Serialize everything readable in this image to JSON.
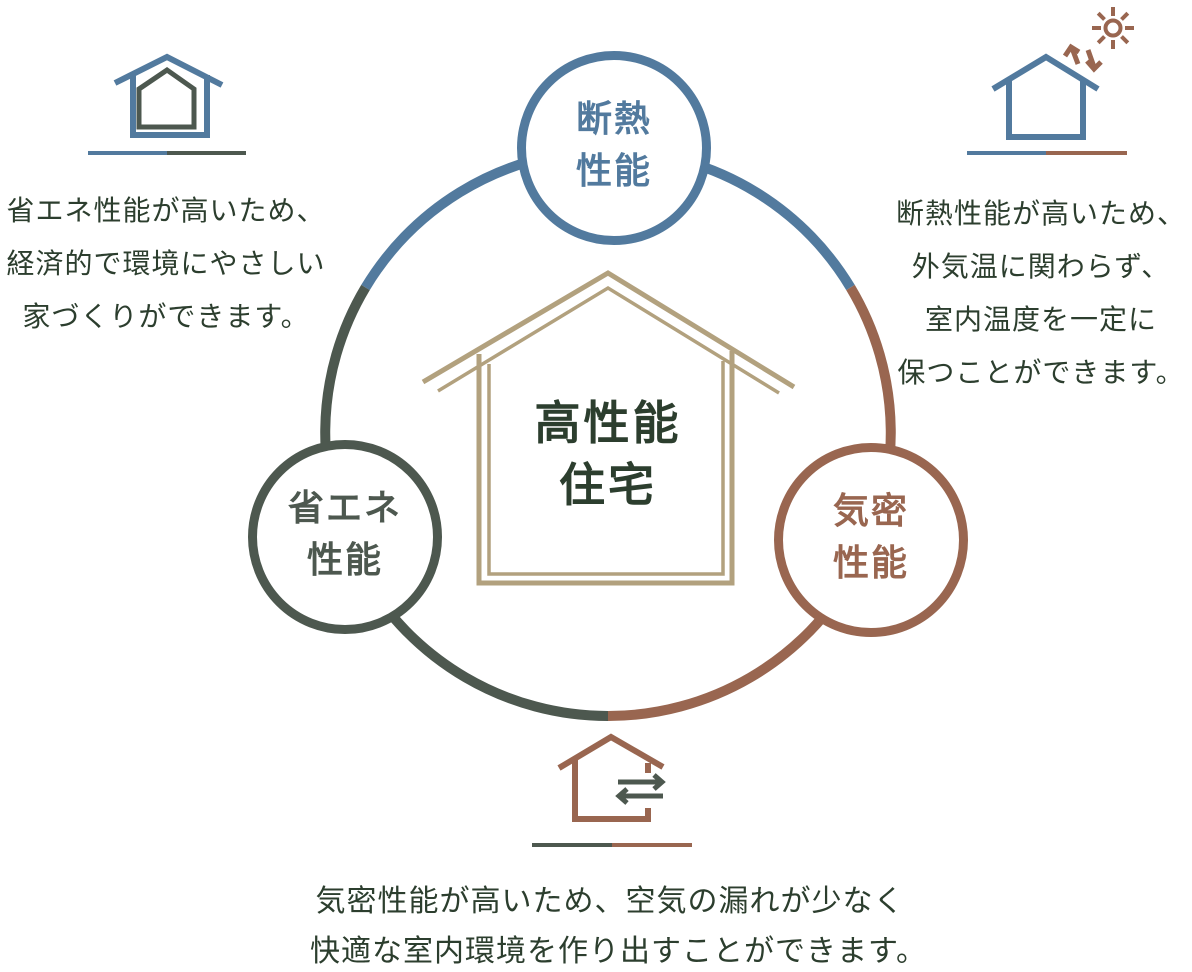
{
  "palette": {
    "blue": "#527a9e",
    "green": "#4d584f",
    "brown": "#996650",
    "beige": "#b2a17e",
    "text": "#2c3e2e",
    "white": "#ffffff"
  },
  "center": {
    "line1": "高性能",
    "line2": "住宅"
  },
  "nodes": {
    "insulation": {
      "line1": "断熱",
      "line2": "性能"
    },
    "energy": {
      "line1": "省エネ",
      "line2": "性能"
    },
    "airtight": {
      "line1": "気密",
      "line2": "性能"
    }
  },
  "descriptions": {
    "energy": [
      "省エネ性能が高いため、",
      "経済的で環境にやさしい",
      "家づくりができます。"
    ],
    "insulation": [
      "断熱性能が高いため、",
      "外気温に関わらず、",
      "室内温度を一定に",
      "保つことができます。"
    ],
    "airtight": [
      "気密性能が高いため、空気の漏れが少なく",
      "快適な室内環境を作り出すことができます。"
    ]
  },
  "icons": {
    "energy": "double-outline-house-icon",
    "insulation": "house-with-sun-reflection-icon",
    "airtight": "house-with-air-exchange-arrows-icon",
    "center": "double-outline-home-icon"
  }
}
